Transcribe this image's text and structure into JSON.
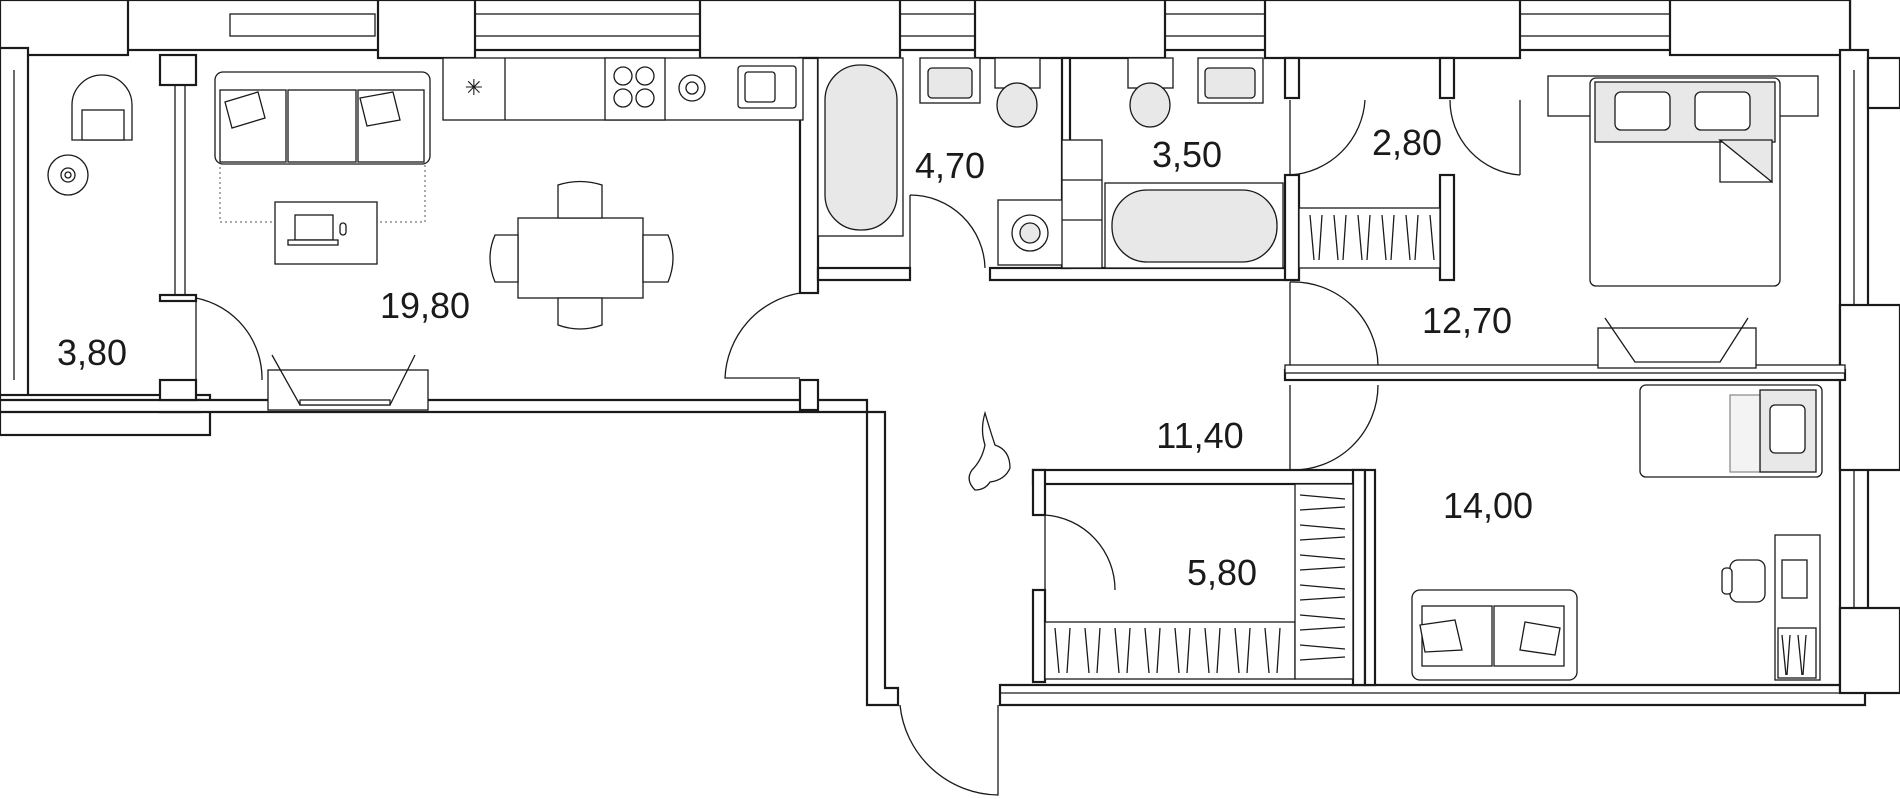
{
  "rooms": {
    "balcony": {
      "area": "3,80"
    },
    "living_kitchen": {
      "area": "19,80"
    },
    "bathroom_1": {
      "area": "4,70"
    },
    "bathroom_2": {
      "area": "3,50"
    },
    "storage": {
      "area": "2,80"
    },
    "bedroom_1": {
      "area": "12,70"
    },
    "hallway": {
      "area": "11,40"
    },
    "wardrobe_room": {
      "area": "5,80"
    },
    "bedroom_2": {
      "area": "14,00"
    }
  },
  "colors": {
    "line": "#1a1a1a",
    "fixture_fill": "#e8e8e8",
    "background": "#ffffff"
  },
  "icons": [
    "sofa-icon",
    "dining-table-icon",
    "bathtub-icon",
    "toilet-icon",
    "sink-icon",
    "washing-machine-icon",
    "double-bed-icon",
    "single-bed-icon",
    "armchair-icon",
    "desk-icon",
    "wardrobe-icon",
    "tv-icon",
    "stove-icon",
    "rabbit-figure-icon"
  ]
}
